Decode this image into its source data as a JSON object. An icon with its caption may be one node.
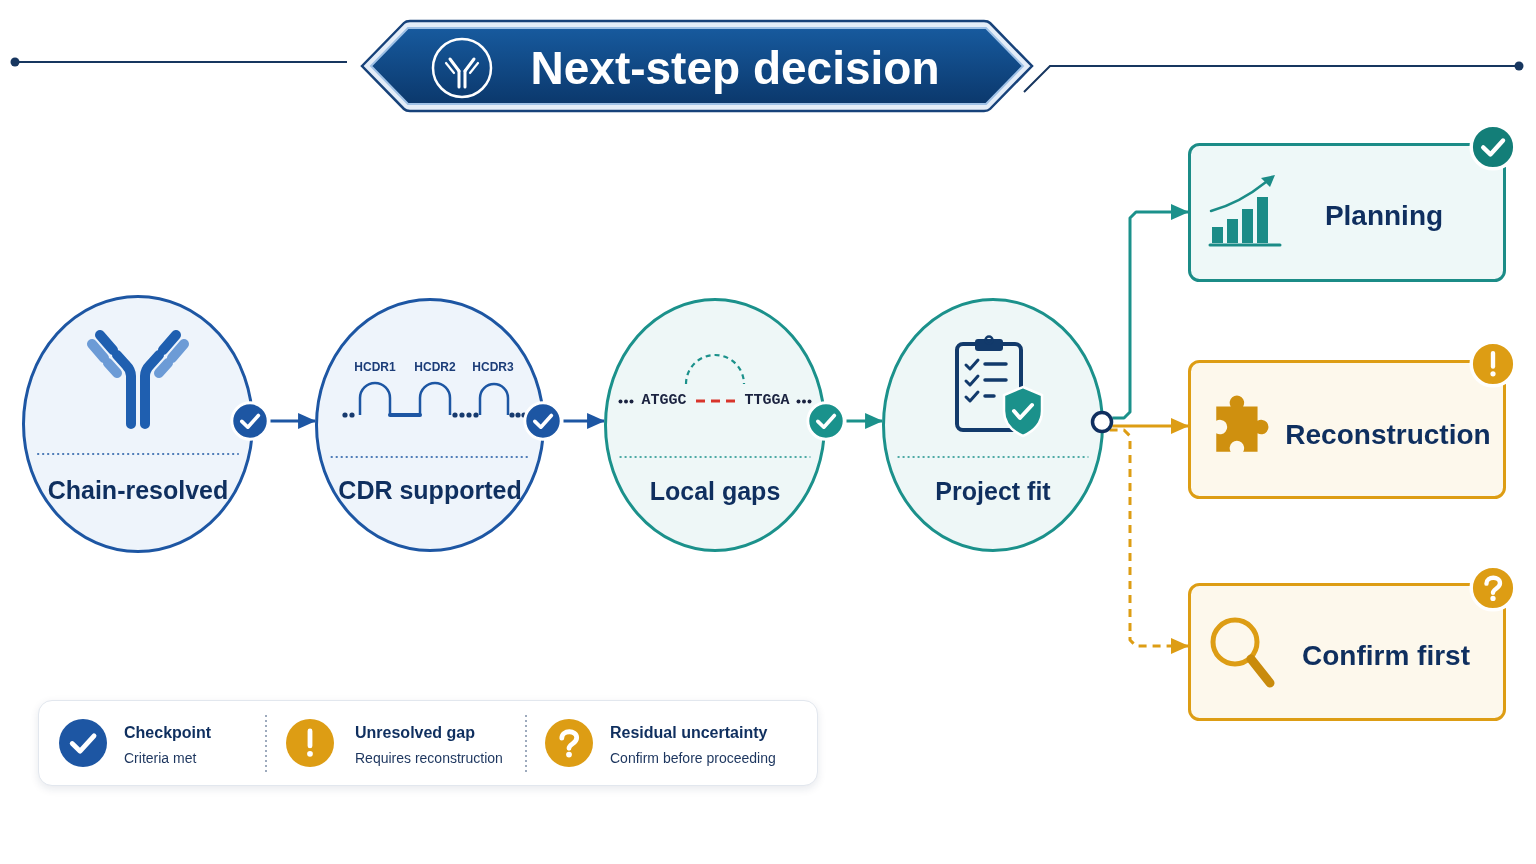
{
  "diagram": {
    "title": "Next-step decision",
    "nodes": [
      {
        "text": [
          "Chain-resolved"
        ]
      },
      {
        "text": [
          "HCDR1",
          "HCDR2",
          "HCDR3",
          "CDR supported"
        ]
      },
      {
        "text": [
          "ATGGC",
          "TTGGA",
          "Local gaps"
        ]
      },
      {
        "text": [
          "Project fit"
        ]
      },
      {
        "text": [],
        "shape": "circle"
      },
      {
        "text": [
          "Planning"
        ]
      },
      {
        "text": [
          "Reconstruction"
        ]
      },
      {
        "text": [
          "Confirm first"
        ]
      }
    ],
    "edges": [
      {
        "from": 0,
        "to": 1,
        "arrow": "to",
        "color": "#1d56a3"
      },
      {
        "from": 1,
        "to": 2,
        "arrow": "to",
        "color": "#1d56a3"
      },
      {
        "from": 2,
        "to": 3,
        "arrow": "to",
        "color": "#1b918b"
      },
      {
        "from": 4,
        "to": 5,
        "arrow": "to",
        "color": "#1b918b"
      },
      {
        "from": 4,
        "to": 6,
        "arrow": "to",
        "color": "#dd9d14"
      },
      {
        "from": 4,
        "to": 7,
        "arrow": "to",
        "style": "dashed",
        "color": "#dd9d14"
      }
    ],
    "labels": [
      "Criteria met",
      "Requires reconstruction",
      "Confirm before proceeding"
    ],
    "legend": [
      {
        "text": "Checkpoint",
        "color": "#1d56a3"
      },
      {
        "text": "Unresolved gap",
        "color": "#dd9d14"
      },
      {
        "text": "Residual uncertainty",
        "color": "#dd9d14"
      }
    ]
  }
}
